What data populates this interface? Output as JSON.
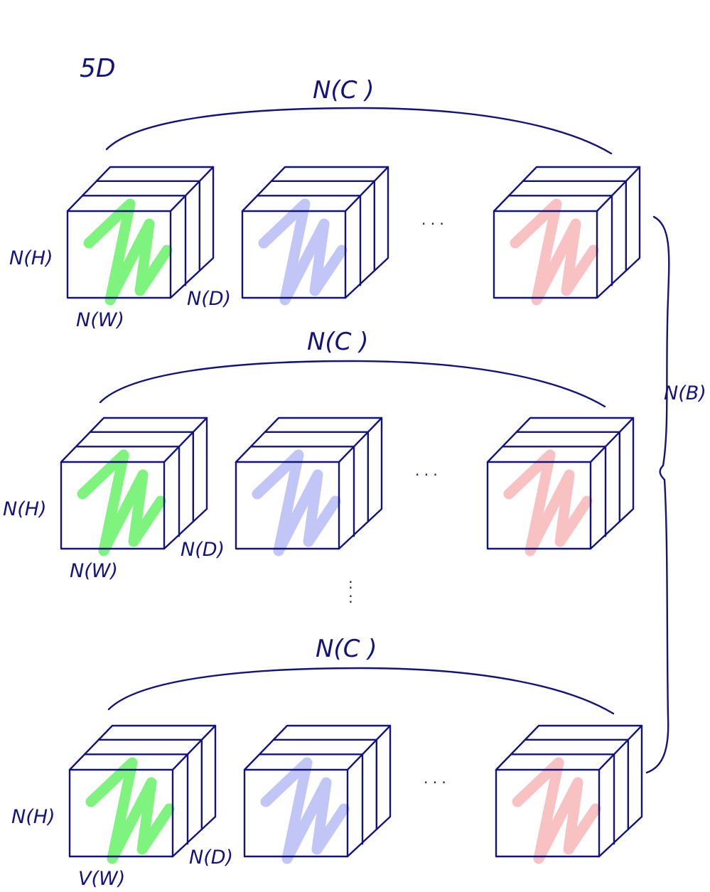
{
  "title": "5D",
  "labels": {
    "channels": "N(C )",
    "height": "N(H)",
    "width": "N(W)",
    "depth": "N(D)",
    "batch": "N(B)",
    "width_last": "V(W)"
  },
  "ellipsis_h": "· · ·",
  "ellipsis_v": ":",
  "colors": {
    "ink": "#12137f",
    "green": "#4cf04c",
    "blue": "#a9b0f3",
    "red": "#f7aaaa"
  }
}
